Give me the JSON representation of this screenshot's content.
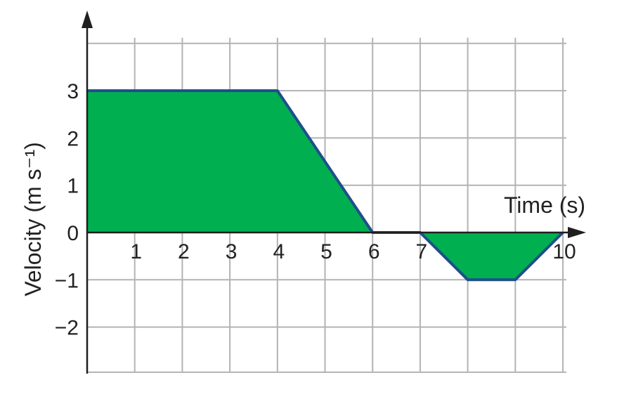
{
  "chart_data": {
    "type": "area",
    "title": "",
    "xlabel": "Time (s)",
    "ylabel": "Velocity (m s⁻¹)",
    "xlim": [
      0,
      10
    ],
    "ylim": [
      -3,
      4
    ],
    "grid": true,
    "x_ticks": [
      "1",
      "2",
      "3",
      "4",
      "5",
      "6",
      "7",
      "10"
    ],
    "y_ticks": [
      "3",
      "2",
      "1",
      "0",
      "−1",
      "−2"
    ],
    "x": [
      0,
      4,
      6,
      7,
      8,
      9,
      10
    ],
    "y": [
      3,
      3,
      0,
      0,
      -1,
      -1,
      0
    ],
    "colors": {
      "fill": "#00b050",
      "line": "#1f4e8c",
      "grid": "#b3b3b3",
      "axis": "#1f1f1f"
    }
  }
}
